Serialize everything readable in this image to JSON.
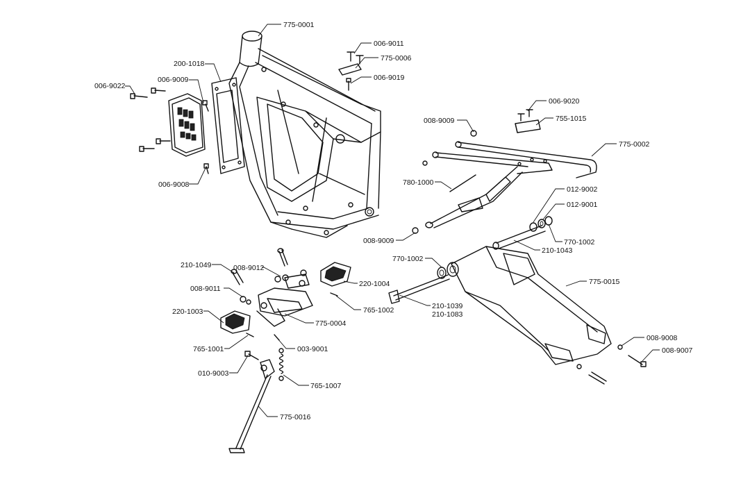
{
  "diagram": {
    "callouts": [
      {
        "id": "c1",
        "text": "775-0001"
      },
      {
        "id": "c2",
        "text": "006-9011"
      },
      {
        "id": "c3",
        "text": "775-0006"
      },
      {
        "id": "c4",
        "text": "006-9019"
      },
      {
        "id": "c5",
        "text": "200-1018"
      },
      {
        "id": "c6",
        "text": "006-9009"
      },
      {
        "id": "c7",
        "text": "006-9022"
      },
      {
        "id": "c8",
        "text": "006-9008"
      },
      {
        "id": "c9",
        "text": "006-9020"
      },
      {
        "id": "c10",
        "text": "008-9009"
      },
      {
        "id": "c11",
        "text": "755-1015"
      },
      {
        "id": "c12",
        "text": "775-0002"
      },
      {
        "id": "c13",
        "text": "780-1000"
      },
      {
        "id": "c14",
        "text": "012-9002"
      },
      {
        "id": "c15",
        "text": "012-9001"
      },
      {
        "id": "c16",
        "text": "008-9009"
      },
      {
        "id": "c17",
        "text": "770-1002"
      },
      {
        "id": "c18",
        "text": "210-1043"
      },
      {
        "id": "c19",
        "text": "770-1002"
      },
      {
        "id": "c20",
        "text": "775-0015"
      },
      {
        "id": "c21",
        "text": "210-1049"
      },
      {
        "id": "c22",
        "text": "008-9012"
      },
      {
        "id": "c23",
        "text": "220-1004"
      },
      {
        "id": "c24",
        "text": "008-9011"
      },
      {
        "id": "c25",
        "text": "765-1002"
      },
      {
        "id": "c26",
        "text": "220-1003"
      },
      {
        "id": "c27",
        "text": "775-0004"
      },
      {
        "id": "c28",
        "text": "210-1039"
      },
      {
        "id": "c29",
        "text": "210-1083"
      },
      {
        "id": "c30",
        "text": "765-1001"
      },
      {
        "id": "c31",
        "text": "003-9001"
      },
      {
        "id": "c32",
        "text": "008-9008"
      },
      {
        "id": "c33",
        "text": "008-9007"
      },
      {
        "id": "c34",
        "text": "010-9003"
      },
      {
        "id": "c35",
        "text": "765-1007"
      },
      {
        "id": "c36",
        "text": "775-0016"
      }
    ]
  }
}
